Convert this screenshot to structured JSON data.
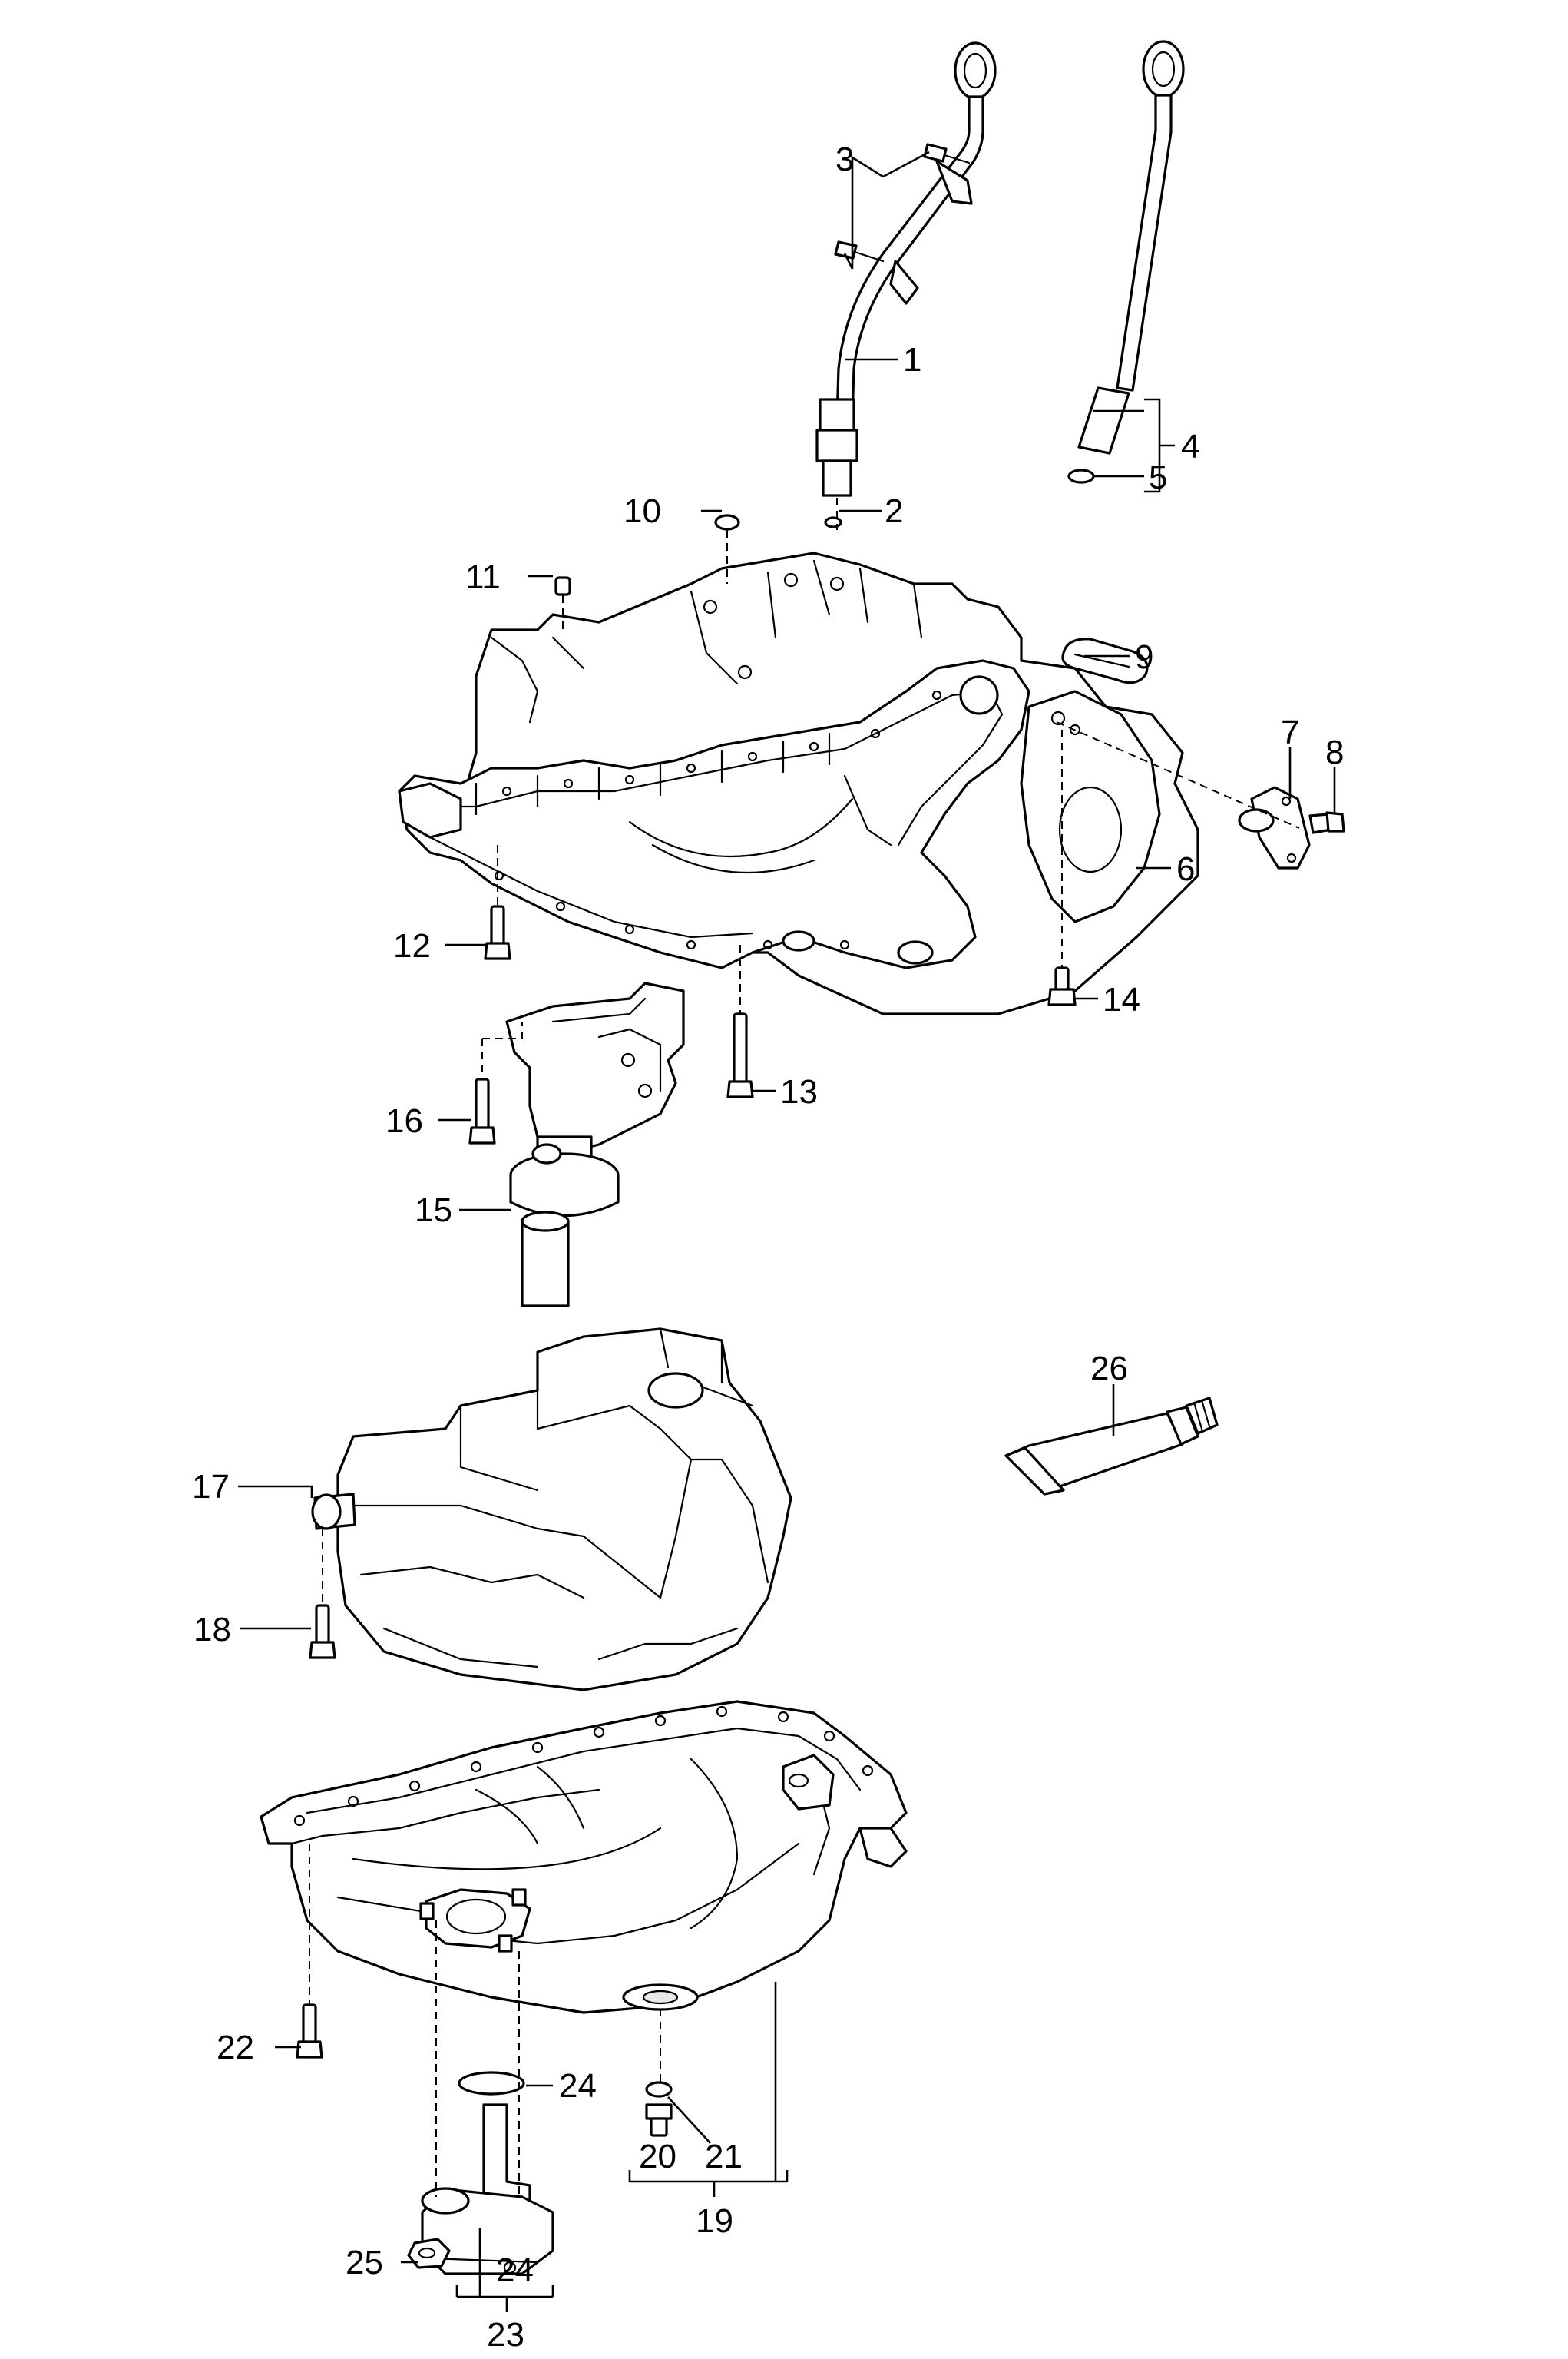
{
  "callouts": [
    {
      "id": "c1",
      "text": "1"
    },
    {
      "id": "c2",
      "text": "2"
    },
    {
      "id": "c3",
      "text": "3"
    },
    {
      "id": "c4",
      "text": "4"
    },
    {
      "id": "c5",
      "text": "5"
    },
    {
      "id": "c6",
      "text": "6"
    },
    {
      "id": "c7",
      "text": "7"
    },
    {
      "id": "c8",
      "text": "8"
    },
    {
      "id": "c9",
      "text": "9"
    },
    {
      "id": "c10",
      "text": "10"
    },
    {
      "id": "c11",
      "text": "11"
    },
    {
      "id": "c12",
      "text": "12"
    },
    {
      "id": "c13",
      "text": "13"
    },
    {
      "id": "c14",
      "text": "14"
    },
    {
      "id": "c15",
      "text": "15"
    },
    {
      "id": "c16",
      "text": "16"
    },
    {
      "id": "c17",
      "text": "17"
    },
    {
      "id": "c18",
      "text": "18"
    },
    {
      "id": "c19",
      "text": "19"
    },
    {
      "id": "c20",
      "text": "20"
    },
    {
      "id": "c21",
      "text": "21"
    },
    {
      "id": "c22",
      "text": "22"
    },
    {
      "id": "c23",
      "text": "23"
    },
    {
      "id": "c24a",
      "text": "24"
    },
    {
      "id": "c24b",
      "text": "24"
    },
    {
      "id": "c25",
      "text": "25"
    },
    {
      "id": "c26",
      "text": "26"
    }
  ]
}
